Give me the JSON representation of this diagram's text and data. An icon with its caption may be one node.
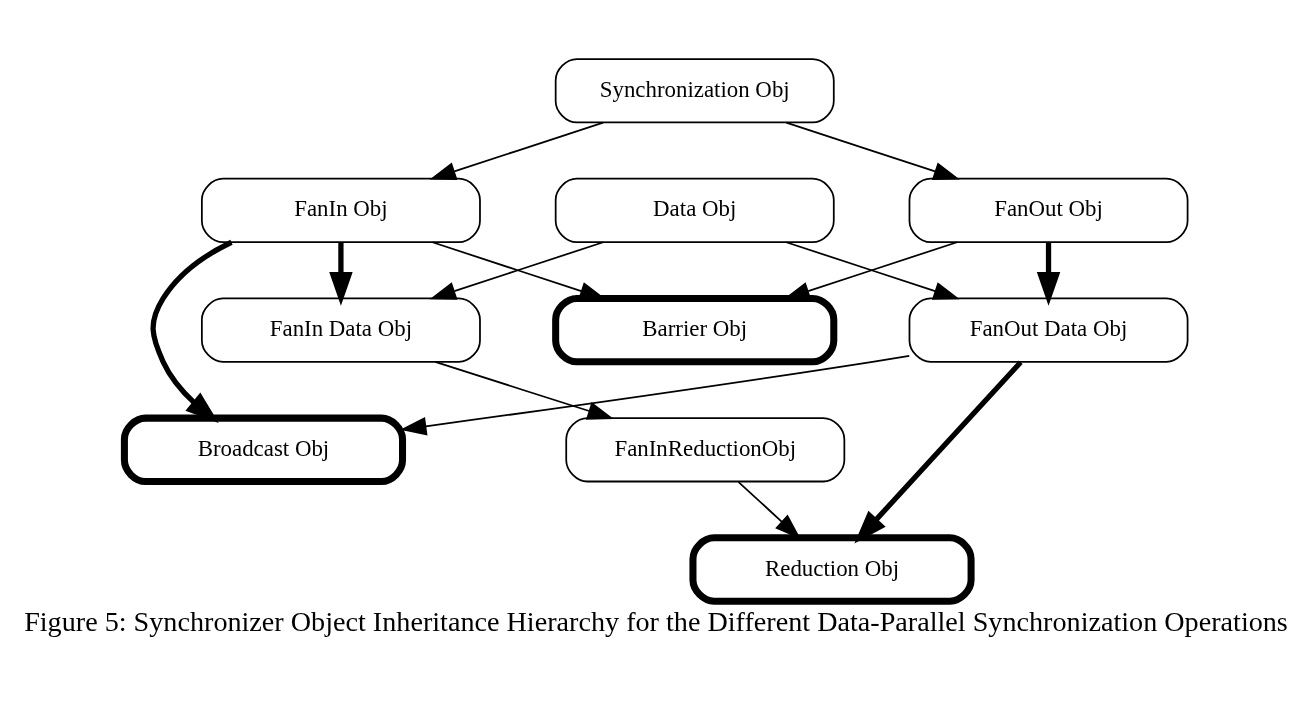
{
  "diagram": {
    "caption": "Figure 5: Synchronizer Object Inheritance Hierarchy for the Different Data-Parallel Synchronization Operations",
    "nodes": [
      {
        "text": [
          "Synchronization Obj"
        ]
      },
      {
        "text": [
          "FanIn Obj"
        ]
      },
      {
        "text": [
          "FanOut Obj"
        ]
      },
      {
        "text": [
          "Barrier Obj"
        ]
      },
      {
        "text": [
          "Data Obj"
        ]
      },
      {
        "text": [
          "FanIn Data Obj"
        ]
      },
      {
        "text": [
          "FanOut Data Obj"
        ]
      },
      {
        "text": [
          "Broadcast Obj"
        ]
      },
      {
        "text": [
          "FanInReductionObj"
        ]
      },
      {
        "text": [
          "Reduction Obj"
        ]
      }
    ],
    "edges": [
      {
        "from": 0,
        "to": 1,
        "arrow": "to"
      },
      {
        "from": 0,
        "to": 2,
        "arrow": "to"
      },
      {
        "from": 1,
        "to": 3,
        "arrow": "to"
      },
      {
        "from": 2,
        "to": 3,
        "arrow": "to"
      },
      {
        "from": 1,
        "to": 5,
        "arrow": "to",
        "style": "thick"
      },
      {
        "from": 1,
        "to": 7,
        "arrow": "to",
        "style": "thick"
      },
      {
        "from": 2,
        "to": 6,
        "arrow": "to",
        "style": "thick"
      },
      {
        "from": 4,
        "to": 5,
        "arrow": "to"
      },
      {
        "from": 4,
        "to": 6,
        "arrow": "to"
      },
      {
        "from": 5,
        "to": 8,
        "arrow": "to"
      },
      {
        "from": 6,
        "to": 7,
        "arrow": "to"
      },
      {
        "from": 6,
        "to": 9,
        "arrow": "to",
        "style": "thick"
      },
      {
        "from": 8,
        "to": 9,
        "arrow": "to"
      }
    ]
  }
}
